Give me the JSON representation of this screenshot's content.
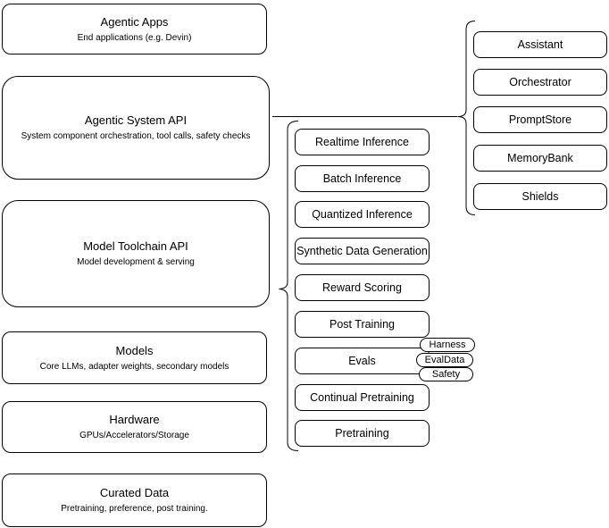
{
  "diagram": {
    "layers": [
      {
        "title": "Agentic Apps",
        "subtitle": "End applications (e.g. Devin)"
      },
      {
        "title": "Agentic System API",
        "subtitle": "System component orchestration, tool calls, safety checks"
      },
      {
        "title": "Model Toolchain API",
        "subtitle": "Model development & serving"
      },
      {
        "title": "Models",
        "subtitle": "Core LLMs, adapter weights, secondary models"
      },
      {
        "title": "Hardware",
        "subtitle": "GPUs/Accelerators/Storage"
      },
      {
        "title": "Curated Data",
        "subtitle": "Pretraining, preference, post training."
      }
    ],
    "toolchain_services": [
      "Realtime Inference",
      "Batch Inference",
      "Quantized Inference",
      "Synthetic Data Generation",
      "Reward Scoring",
      "Post Training",
      "Evals",
      "Continual Pretraining",
      "Pretraining"
    ],
    "evals_tags": [
      "Harness",
      "EvalData",
      "Safety"
    ],
    "system_components": [
      "Assistant",
      "Orchestrator",
      "PromptStore",
      "MemoryBank",
      "Shields"
    ],
    "colors": {
      "stroke": "#000000",
      "box_fill": "#ffffff",
      "background": "#ffffff"
    }
  }
}
